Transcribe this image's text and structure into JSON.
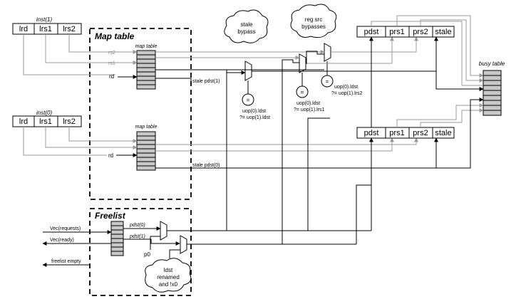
{
  "inst1": {
    "label": "inst(1)",
    "fields": [
      "lrd",
      "lrs1",
      "lrs2"
    ]
  },
  "inst0": {
    "label": "inst(0)",
    "fields": [
      "lrd",
      "lrs1",
      "lrs2"
    ]
  },
  "map_table_section": {
    "title": "Map table",
    "upper_label": "map table",
    "lower_label": "map table"
  },
  "map_inputs_upper": {
    "rs2": "rs2",
    "rs1": "rs1",
    "rd": "rd"
  },
  "map_inputs_lower": {
    "rd": "rd"
  },
  "stale_upper": "stale pdst(1)",
  "stale_lower": "stale pdst(0)",
  "clouds": {
    "stale_bypass": [
      "stale",
      "bypass"
    ],
    "src_bypasses": [
      "reg src",
      "bypasses"
    ],
    "freelist_note": [
      "ldst",
      "renamed",
      "and !x0"
    ]
  },
  "uop_out_upper": [
    "pdst",
    "prs1",
    "prs2",
    "stale"
  ],
  "uop_out_lower": [
    "pdst",
    "prs1",
    "prs2",
    "stale"
  ],
  "busy_table_label": "busy table",
  "comparators": {
    "eq_symbol": "=",
    "stale": [
      "uop(0).ldst",
      "?= uop(1).ldst"
    ],
    "rs1": [
      "uop(0).ldst",
      "?= uop(1).lrs1"
    ],
    "rs2": [
      "uop(0).ldst",
      "?= uop(1).lrs2"
    ]
  },
  "freelist_section": {
    "title": "Freelist",
    "vec_requests": "Vec(requests)",
    "vec_ready": "Vec(ready)",
    "freelist_empty": "freelist empty",
    "pdst0": "pdst(0)",
    "pdst1": "pdst(1)",
    "p0_a": "p0",
    "p0_b": "p0"
  }
}
